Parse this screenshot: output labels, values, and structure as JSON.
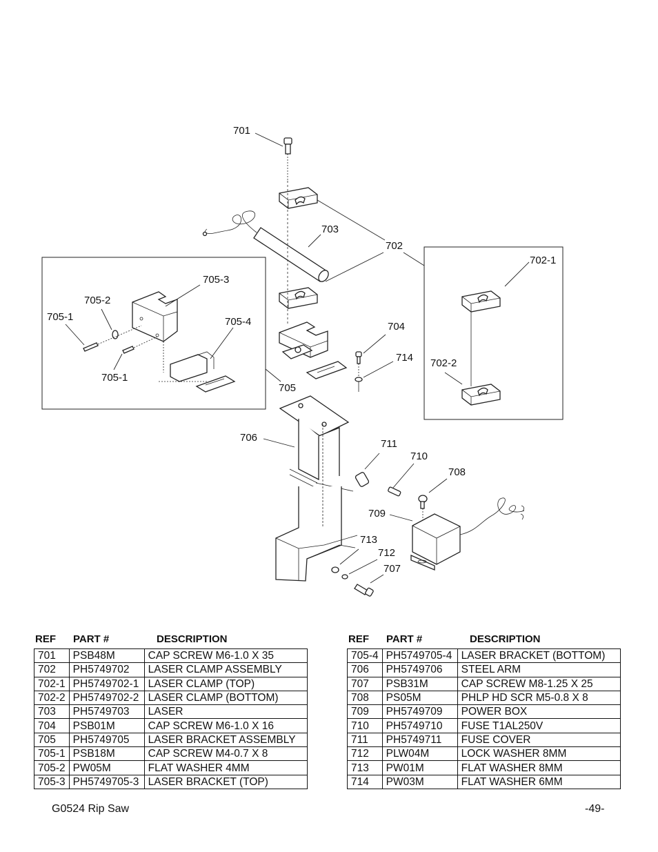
{
  "labels": {
    "l701": "701",
    "l703": "703",
    "l702": "702",
    "l7021": "702-1",
    "l7022": "702-2",
    "l7053": "705-3",
    "l7052": "705-2",
    "l7051a": "705-1",
    "l7054": "705-4",
    "l7051b": "705-1",
    "l704": "704",
    "l714": "714",
    "l705": "705",
    "l706": "706",
    "l711": "711",
    "l710": "710",
    "l708": "708",
    "l709": "709",
    "l713": "713",
    "l712": "712",
    "l707": "707"
  },
  "table": {
    "headers": {
      "ref": "REF",
      "part": "PART #",
      "desc": "DESCRIPTION"
    },
    "left_rows": [
      {
        "ref": "701",
        "part": "PSB48M",
        "desc": "CAP SCREW M6-1.0 X 35"
      },
      {
        "ref": "702",
        "part": "PH5749702",
        "desc": "LASER CLAMP ASSEMBLY"
      },
      {
        "ref": "702-1",
        "part": "PH5749702-1",
        "desc": "LASER CLAMP (TOP)"
      },
      {
        "ref": "702-2",
        "part": "PH5749702-2",
        "desc": "LASER CLAMP (BOTTOM)"
      },
      {
        "ref": "703",
        "part": "PH5749703",
        "desc": "LASER"
      },
      {
        "ref": "704",
        "part": "PSB01M",
        "desc": "CAP SCREW M6-1.0 X 16"
      },
      {
        "ref": "705",
        "part": "PH5749705",
        "desc": "LASER BRACKET ASSEMBLY"
      },
      {
        "ref": "705-1",
        "part": "PSB18M",
        "desc": "CAP SCREW M4-0.7 X 8"
      },
      {
        "ref": "705-2",
        "part": "PW05M",
        "desc": "FLAT WASHER 4MM"
      },
      {
        "ref": "705-3",
        "part": "PH5749705-3",
        "desc": "LASER BRACKET (TOP)"
      }
    ],
    "right_rows": [
      {
        "ref": "705-4",
        "part": "PH5749705-4",
        "desc": "LASER BRACKET (BOTTOM)"
      },
      {
        "ref": "706",
        "part": "PH5749706",
        "desc": "STEEL ARM"
      },
      {
        "ref": "707",
        "part": "PSB31M",
        "desc": "CAP SCREW M8-1.25 X 25"
      },
      {
        "ref": "708",
        "part": "PS05M",
        "desc": "PHLP HD SCR M5-0.8 X 8"
      },
      {
        "ref": "709",
        "part": "PH5749709",
        "desc": "POWER BOX"
      },
      {
        "ref": "710",
        "part": "PH5749710",
        "desc": "FUSE T1AL250V"
      },
      {
        "ref": "711",
        "part": "PH5749711",
        "desc": "FUSE COVER"
      },
      {
        "ref": "712",
        "part": "PLW04M",
        "desc": "LOCK WASHER 8MM"
      },
      {
        "ref": "713",
        "part": "PW01M",
        "desc": "FLAT WASHER 8MM"
      },
      {
        "ref": "714",
        "part": "PW03M",
        "desc": "FLAT WASHER 6MM"
      }
    ]
  },
  "footer": {
    "title": "G0524 Rip Saw",
    "page": "-49-"
  }
}
